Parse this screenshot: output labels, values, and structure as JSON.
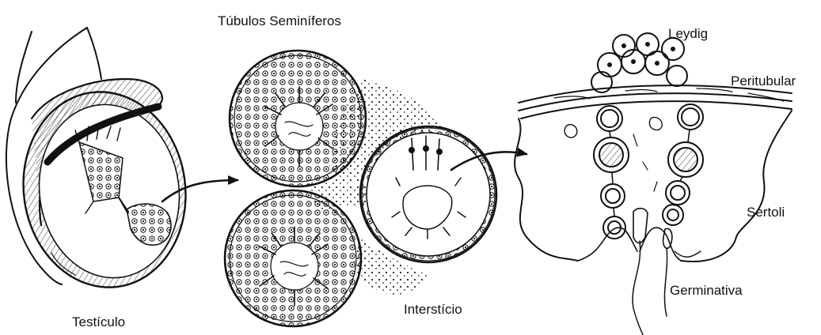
{
  "labels": {
    "testiculo": "Testículo",
    "tubulos": "Túbulos Seminíferos",
    "intersticio": "Interstício",
    "leydig": "Leydig",
    "peritubular": "Peritubular",
    "sertoli": "Sertoli",
    "germinativa": "Germinativa"
  },
  "colors": {
    "ink": "#111111",
    "paper": "#ffffff"
  }
}
